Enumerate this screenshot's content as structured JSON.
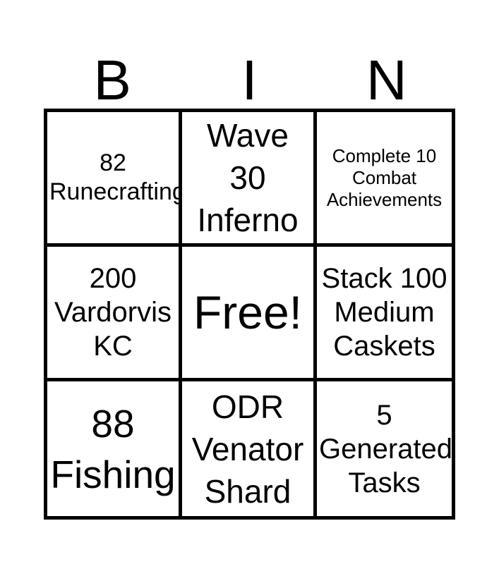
{
  "card": {
    "header_letters": [
      "B",
      "I",
      "N"
    ],
    "columns": 3,
    "rows": 3,
    "border_color": "#000000",
    "cell_background": "#ffffff",
    "text_color": "#000000"
  },
  "cells": [
    {
      "id": "cell-b1",
      "column_letter": "B",
      "row": 1,
      "text": "82\nRunecrafting",
      "size_class": "sz-sm",
      "free_space": false
    },
    {
      "id": "cell-i1",
      "column_letter": "I",
      "row": 1,
      "text": "Wave\n30\nInferno",
      "size_class": "sz-lg",
      "free_space": false
    },
    {
      "id": "cell-n1",
      "column_letter": "N",
      "row": 1,
      "text": "Complete 10\nCombat\nAchievements",
      "size_class": "sz-xs",
      "free_space": false
    },
    {
      "id": "cell-b2",
      "column_letter": "B",
      "row": 2,
      "text": "200\nVardorvis\nKC",
      "size_class": "sz-md",
      "free_space": false
    },
    {
      "id": "cell-i2",
      "column_letter": "I",
      "row": 2,
      "text": "Free!",
      "size_class": "sz-xxl",
      "free_space": true
    },
    {
      "id": "cell-n2",
      "column_letter": "N",
      "row": 2,
      "text": "Stack 100\nMedium\nCaskets",
      "size_class": "sz-md",
      "free_space": false
    },
    {
      "id": "cell-b3",
      "column_letter": "B",
      "row": 3,
      "text": "88\nFishing",
      "size_class": "sz-xl",
      "free_space": false
    },
    {
      "id": "cell-i3",
      "column_letter": "I",
      "row": 3,
      "text": "ODR\nVenator\nShard",
      "size_class": "sz-lg",
      "free_space": false
    },
    {
      "id": "cell-n3",
      "column_letter": "N",
      "row": 3,
      "text": "5\nGenerated\nTasks",
      "size_class": "sz-md",
      "free_space": false
    }
  ]
}
